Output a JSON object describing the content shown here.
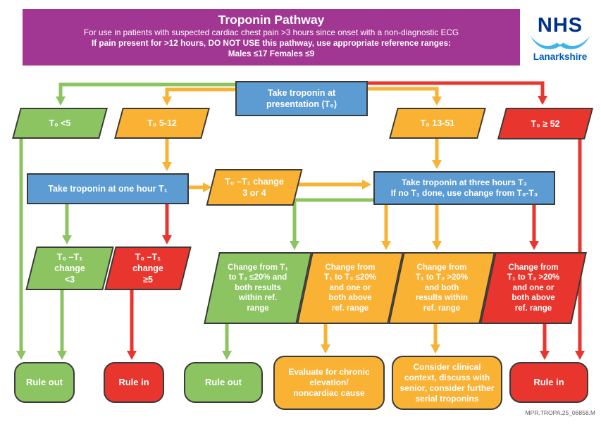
{
  "header": {
    "title": "Troponin Pathway",
    "subtitle": "For use in patients with suspected cardiac chest pain >3 hours since onset with a non-diagnostic ECG",
    "warning_line1": "If pain present for >12 hours, DO NOT USE this pathway, use appropriate reference ranges:",
    "warning_line2": "Males ≤17 Females ≤9",
    "background_color": "#A23693"
  },
  "logo": {
    "org": "NHS",
    "region": "Lanarkshire",
    "nhs_color": "#003087",
    "wave_color": "#3DB5E6",
    "region_color": "#005EB8"
  },
  "flowchart": {
    "colors": {
      "process_blue": "#5C9CD3",
      "rule_out_green": "#8CC462",
      "caution_amber": "#F9B234",
      "rule_in_red": "#E8362E",
      "border": "#3A3A3A"
    },
    "nodes": {
      "presentation": "Take troponin at\npresentation (T₀)",
      "t0_lt5": "T₀ <5",
      "t0_5_12": "T₀ 5-12",
      "t0_13_51": "T₀ 13-51",
      "t0_ge_52": "T₀ ≥ 52",
      "one_hour": "Take troponin at  one hour T₁",
      "change_3_or_4": "T₀ –T₁ change\n3 or 4",
      "three_hour": "Take troponin at three hours T₃\nIf no T₁ done, use change from T₀-T₃",
      "change_lt3": "T₀ –T₁\nchange\n<3",
      "change_ge5": "T₀ –T₁\nchange\n≥5",
      "t1t3_le20_within": "Change from T₁\nto T₃ ≤20% and\nboth results\nwithin ref.\nrange",
      "t1t3_le20_above": "Change from\nT₁ to T₃ ≤20%\nand one or\nboth above\nref. range",
      "t1t3_gt20_within": "Change from\nT₁ to T₃ >20%\nand both\nresults within\nref. range",
      "t1t3_gt20_above": "Change from\nT₁ to T₃ >20%\nand one or\nboth above\nref. range",
      "rule_out_1": "Rule out",
      "rule_in_1": "Rule in",
      "rule_out_2": "Rule out",
      "evaluate": "Evaluate for chronic\nelevation/\nnoncardiac cause",
      "consider": "Consider clinical\ncontext, discuss with\nsenior, consider further\nserial troponins",
      "rule_in_2": "Rule in"
    }
  },
  "footer": {
    "reference": "MPR.TROPA.25_06858.M"
  }
}
